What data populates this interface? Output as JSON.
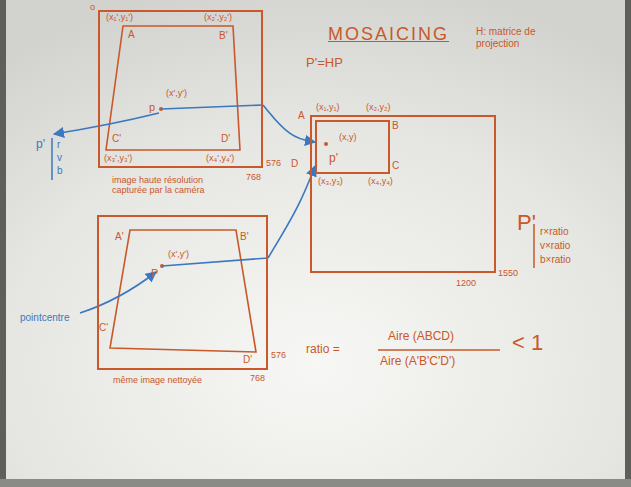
{
  "diagram": {
    "title": "MOSAICING",
    "nodes": [
      {
        "text": [
          "image haute résolution capturée par la caméra"
        ]
      },
      {
        "text": [
          "P'"
        ]
      },
      {
        "text": [
          "p'",
          "(x,y)"
        ],
        "in": 1
      },
      {
        "text": [
          "même image nettoyée"
        ]
      }
    ],
    "edges": [
      {
        "from": 0,
        "to": 2,
        "arrow": "to"
      },
      {
        "from": 3,
        "to": 2,
        "arrow": "to"
      }
    ],
    "labels": [
      "P'=HP",
      "H: matrice de projection",
      "o",
      "(x₁',y₁')",
      "A",
      "B'",
      "(x₂',y₂')",
      "C'",
      "D'",
      "(x₃',y₃')",
      "(x₄',y₄')",
      "p",
      "(x',y')",
      "576",
      "768",
      "p'",
      "r",
      "v",
      "b",
      "(x₁,y₁)",
      "(x₂,y₂)",
      "A",
      "B",
      "D",
      "C",
      "(x₃,y₃)",
      "(x₄,y₄)",
      "r×ratio",
      "v×ratio",
      "b×ratio",
      "1550",
      "1200",
      "A'",
      "B'",
      "C'",
      "D'",
      "P",
      "(x',y')",
      "576",
      "768",
      "pointcentre",
      "ratio =",
      "Aire (ABCD)",
      "Aire (A'B'C'D')",
      "< 1"
    ]
  }
}
